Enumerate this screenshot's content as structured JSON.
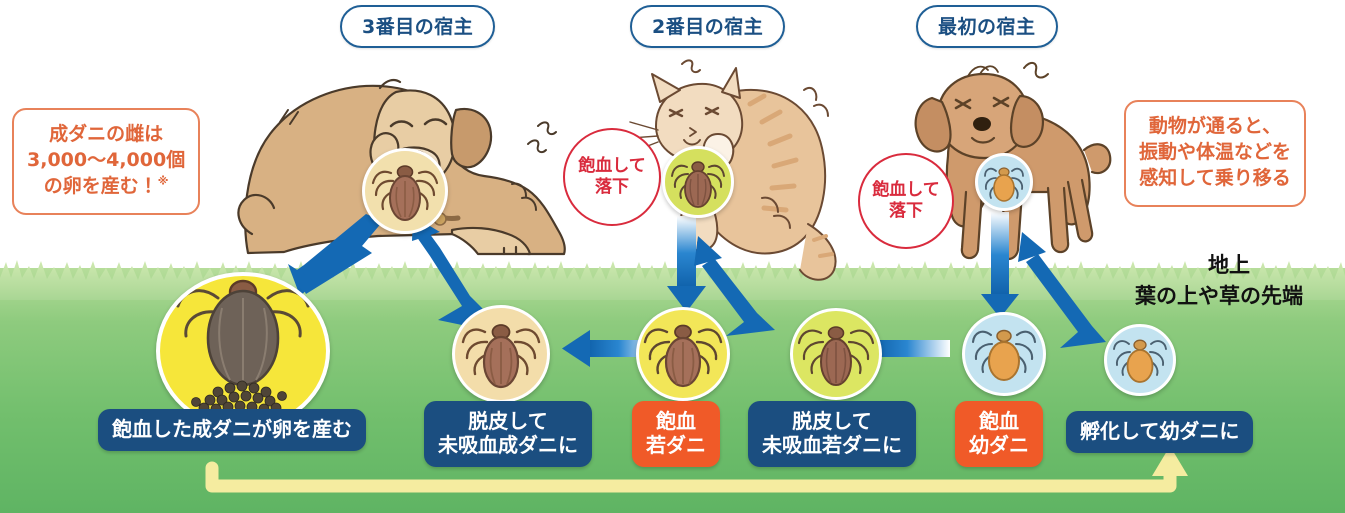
{
  "title_labels": {
    "host3": "3番目の宿主",
    "host2": "2番目の宿主",
    "host1": "最初の宿主"
  },
  "callouts": {
    "left": {
      "line1": "成ダニの雌は",
      "line2": "3,000〜4,000個",
      "line3": "の卵を産む！",
      "mark": "※"
    },
    "right": {
      "line1": "動物が通ると、",
      "line2": "振動や体温などを",
      "line3": "感知して乗り移る"
    }
  },
  "red_notes": [
    {
      "line1": "飽血して",
      "line2": "落下"
    },
    {
      "line1": "飽血して",
      "line2": "落下"
    }
  ],
  "ground_text": {
    "line1": "地上",
    "line2": "葉の上や草の先端"
  },
  "stage_labels": [
    {
      "id": "eggs",
      "line1": "飽血した成ダニが卵を産む",
      "line2": "",
      "color": "#1b4e80"
    },
    {
      "id": "molt-adult",
      "line1": "脱皮して",
      "line2": "未吸血成ダニに",
      "color": "#1b4e80"
    },
    {
      "id": "fed-nymph",
      "line1": "飽血",
      "line2": "若ダニ",
      "color": "#f05a28"
    },
    {
      "id": "molt-nymph",
      "line1": "脱皮して",
      "line2": "未吸血若ダニに",
      "color": "#1b4e80"
    },
    {
      "id": "fed-larva",
      "line1": "飽血",
      "line2": "幼ダニ",
      "color": "#f05a28"
    },
    {
      "id": "hatch",
      "line1": "孵化して幼ダニに",
      "line2": "",
      "color": "#1b4e80"
    }
  ],
  "colors": {
    "navy": "#1b4e80",
    "orange": "#f05a28",
    "callout_border": "#e8825a",
    "callout_text": "#e0663a",
    "red": "#d92b3d",
    "pill_border": "#1f5f96",
    "pill_text": "#1b4f82",
    "arrow_blue": "#1469b4",
    "grass_light": "#b6dd9a",
    "grass_dark": "#5fb463",
    "cycle_arrow": "#f5eca0",
    "badge_yellow": "#f5e73a",
    "badge_cream": "#f5ddab",
    "badge_yellowgreen": "#d9e362",
    "badge_lightblue": "#c3e3f0",
    "tick_brown": "#9d6b57",
    "tick_orange": "#e8a34e",
    "engorged_grey": "#6e6258"
  },
  "icons": {
    "badge_adult_fed_eggs": "engorged-adult-tick-with-eggs-icon",
    "badge_adult_unfed": "unfed-adult-tick-icon",
    "badge_nymph_fed": "engorged-nymph-tick-icon",
    "badge_nymph_unfed": "unfed-nymph-tick-icon",
    "badge_larva_fed": "engorged-larva-tick-icon",
    "badge_larva_unfed": "unfed-larva-tick-icon",
    "animal_dog_large": "scratching-dog-icon",
    "animal_cat": "scratching-cat-icon",
    "animal_dog_small": "small-poodle-dog-icon",
    "cycle_arrow": "cycle-return-arrow-icon"
  }
}
